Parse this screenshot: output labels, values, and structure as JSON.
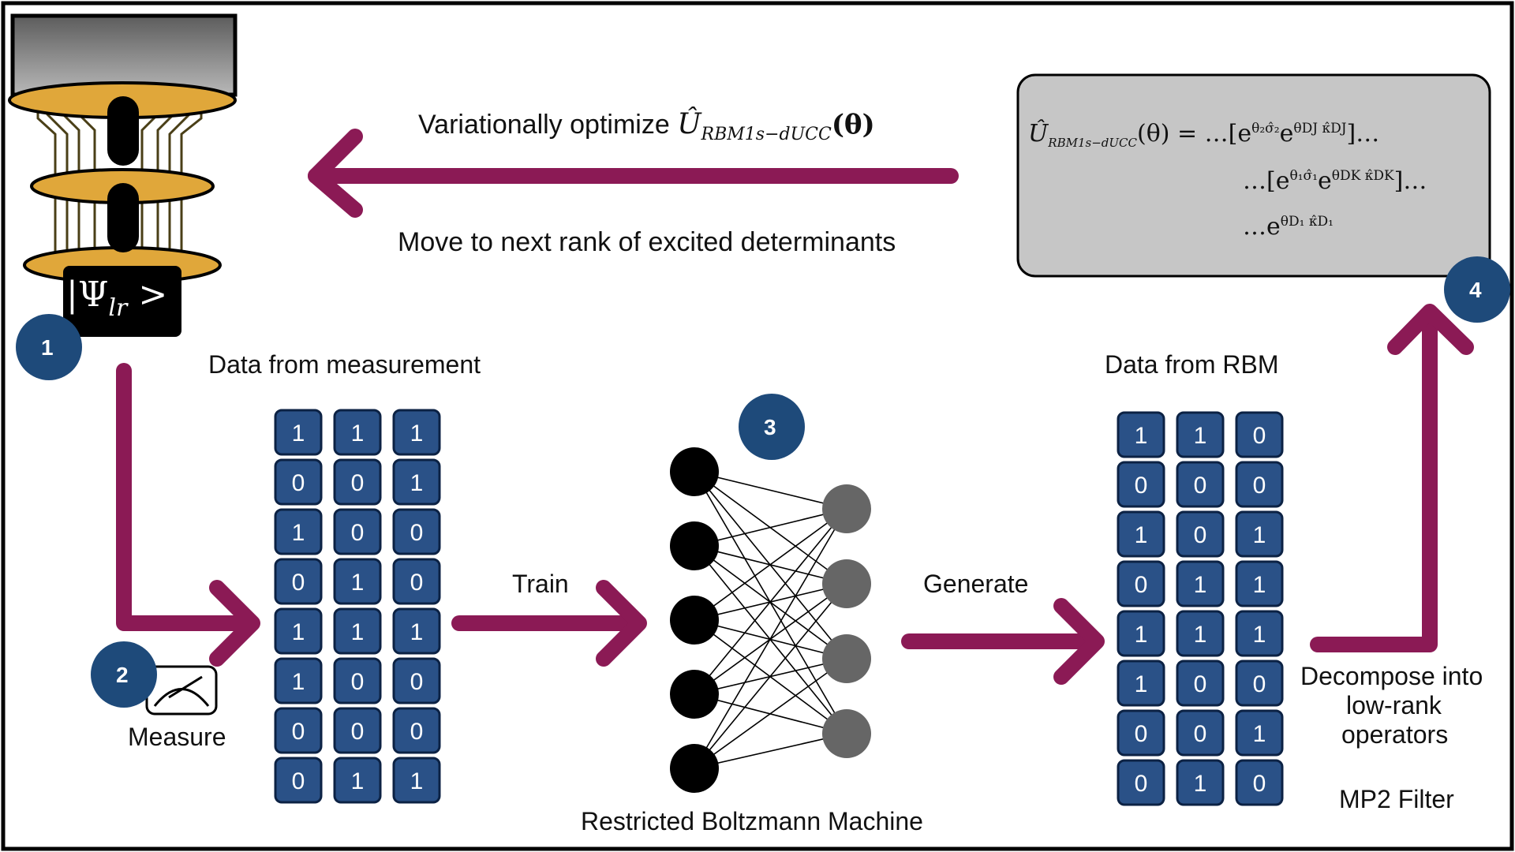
{
  "header": {
    "optimize_text": "Variationally optimize",
    "optimize_operator": "Û",
    "optimize_subscript": "RBM1s−dUCC",
    "optimize_arg": "(θ)",
    "next_rank_text": "Move to next rank of excited determinants"
  },
  "formula": {
    "lhs": "Û",
    "lhs_sub": "RBM1s−dUCC",
    "lhs_arg": "(θ) = …[e",
    "line1_exp1": "θ₂σ̂₂",
    "line1_mid": "e",
    "line1_exp2": "θDJ κ̂DJ",
    "line1_end": "]…",
    "line2_start": "…[e",
    "line2_exp1": "θ₁σ̂₁",
    "line2_mid": "e",
    "line2_exp2": "θDK κ̂DK",
    "line2_end": "]…",
    "line3_start": "…e",
    "line3_exp": "θD₁ κ̂D₁"
  },
  "steps": {
    "step1": "1",
    "step2": "2",
    "step3": "3",
    "step4": "4"
  },
  "device": {
    "state_label": "|Ψ",
    "state_sub": "lr",
    "state_end": " >"
  },
  "measure": {
    "label": "Measure",
    "icon": "meter-icon"
  },
  "measurement_data": {
    "title": "Data from measurement",
    "columns": [
      [
        "1",
        "0",
        "1",
        "0",
        "1",
        "1",
        "0",
        "0"
      ],
      [
        "1",
        "0",
        "0",
        "1",
        "1",
        "0",
        "0",
        "1"
      ],
      [
        "1",
        "1",
        "0",
        "0",
        "1",
        "0",
        "0",
        "1"
      ]
    ]
  },
  "train_label": "Train",
  "rbm": {
    "label": "Restricted Boltzmann Machine",
    "visible_units": 5,
    "hidden_units": 4
  },
  "generate_label": "Generate",
  "rbm_data": {
    "title": "Data from RBM",
    "columns": [
      [
        "1",
        "0",
        "1",
        "0",
        "1",
        "1",
        "0",
        "0"
      ],
      [
        "1",
        "0",
        "0",
        "1",
        "1",
        "0",
        "0",
        "1"
      ],
      [
        "0",
        "0",
        "1",
        "1",
        "1",
        "0",
        "1",
        "0"
      ]
    ]
  },
  "decompose": {
    "line1": "Decompose into",
    "line2": "low-rank",
    "line3": "operators",
    "filter": "MP2 Filter"
  },
  "colors": {
    "arrow": "#8b1a55",
    "badge": "#1e4a7a",
    "bit_fill": "#2a5187",
    "disk": "#e0a73a",
    "formula_box": "#c6c6c6",
    "hidden_unit": "#666666"
  }
}
